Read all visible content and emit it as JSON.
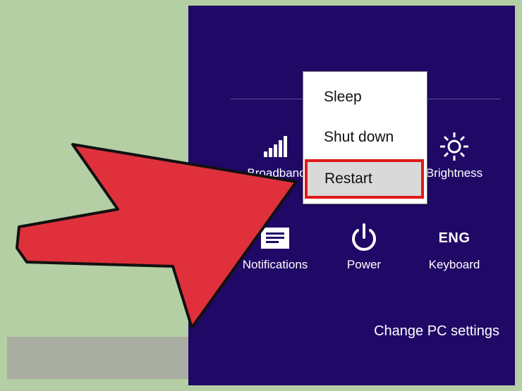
{
  "panel": {
    "tiles": [
      {
        "label": "Broadband",
        "icon": "signal-bars-icon"
      },
      {
        "label": "Brightness",
        "icon": "sun-icon"
      },
      {
        "label": "Notifications",
        "icon": "notification-icon"
      },
      {
        "label": "Power",
        "icon": "power-icon"
      },
      {
        "label": "Keyboard",
        "icon": "keyboard-icon",
        "icon_text": "ENG"
      }
    ],
    "change_pc_settings": "Change PC settings"
  },
  "power_menu": {
    "items": [
      "Sleep",
      "Shut down",
      "Restart"
    ],
    "highlighted": "Restart"
  },
  "colors": {
    "panel": "#1f0866",
    "background": "#b4cfa3",
    "highlight_border": "#e01818",
    "arrow_fill": "#e0303c"
  }
}
